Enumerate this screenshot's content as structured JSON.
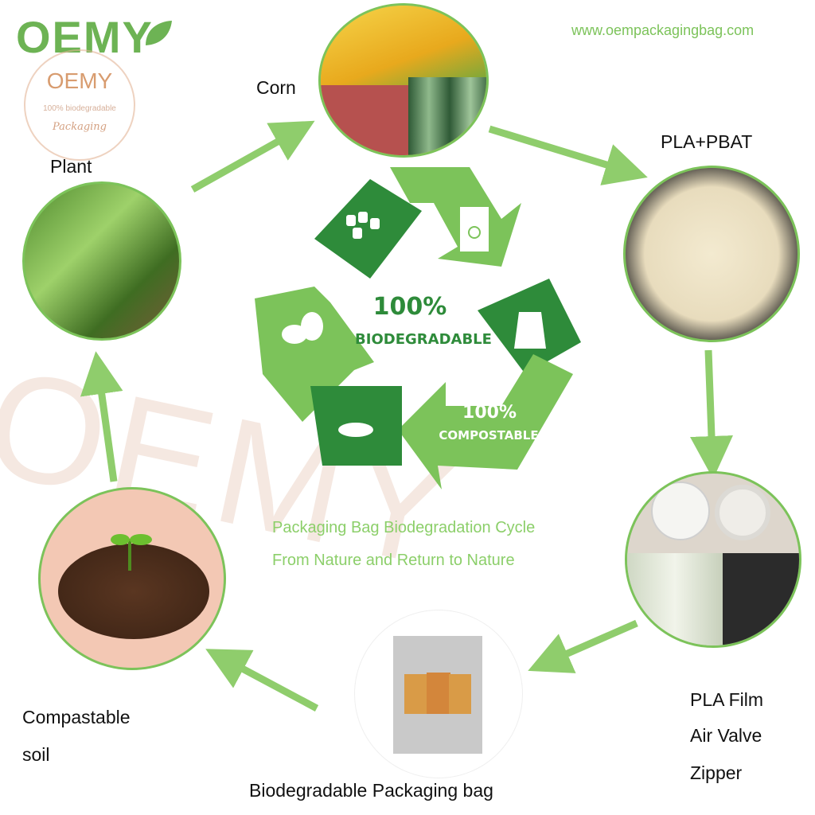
{
  "logo": {
    "brand_big": "OEMY",
    "brand_circle": "OEMY",
    "tagline": "100% biodegradable",
    "sub": "Packaging"
  },
  "website": "www.oempackagingbag.com",
  "nodes": {
    "corn": "Corn",
    "pla_pbat": "PLA+PBAT",
    "plant": "Plant",
    "pla_film": "PLA Film",
    "air_valve": "Air Valve",
    "zipper": "Zipper",
    "compost_soil_1": "Compastable",
    "compost_soil_2": "soil",
    "bag": "Biodegradable Packaging bag"
  },
  "center": {
    "pct_1": "100%",
    "biodegradable": "BIODEGRADABLE",
    "pct_2": "100%",
    "compostable": "COMPOSTABLE"
  },
  "caption": {
    "line1": "Packaging Bag Biodegradation Cycle",
    "line2": "From Nature and Return to Nature"
  },
  "watermark": "OEMY",
  "colors": {
    "light_green": "#7cc35a",
    "dark_green": "#2e8b3a",
    "arrow_green": "#8fcd6c"
  }
}
